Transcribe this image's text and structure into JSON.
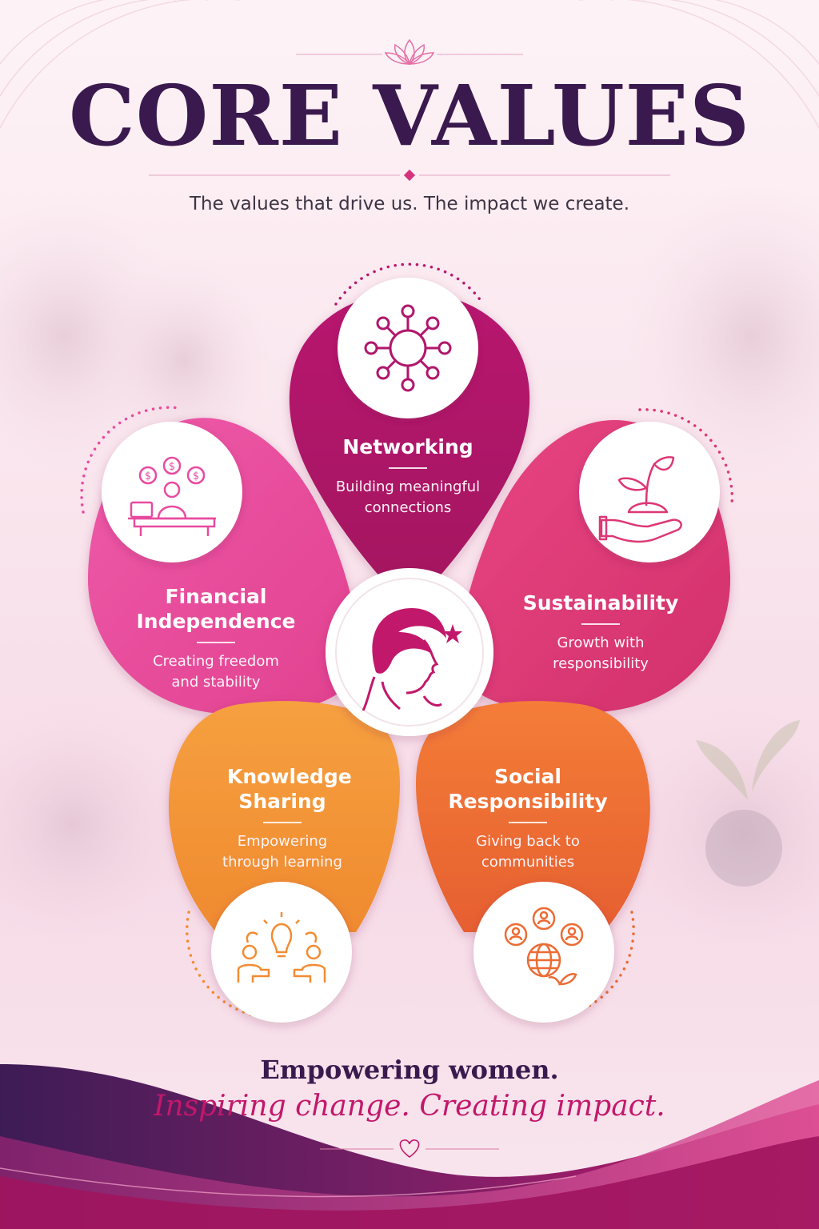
{
  "header": {
    "title": "CORE VALUES",
    "subtitle": "The values that drive us. The impact we create."
  },
  "values": [
    {
      "name": "Networking",
      "description": "Building meaningful connections",
      "icon": "network-icon",
      "color": "#b0176b"
    },
    {
      "name": "Financial Independence",
      "description": "Creating freedom and stability",
      "icon": "financial-icon",
      "color": "#e94a9f"
    },
    {
      "name": "Sustainability",
      "description": "Growth with responsibility",
      "icon": "plant-hand-icon",
      "color": "#dd3775"
    },
    {
      "name": "Knowledge Sharing",
      "description": "Empowering through learning",
      "icon": "idea-sharing-icon",
      "color": "#f28c33"
    },
    {
      "name": "Social Responsibility",
      "description": "Giving back to communities",
      "icon": "global-community-icon",
      "color": "#ec6c34"
    }
  ],
  "center": {
    "icon": "woman-profile-icon"
  },
  "footer": {
    "line1": "Empowering women.",
    "line2": "Inspiring change. Creating impact."
  },
  "colors": {
    "title": "#3a1a4e",
    "accent": "#c2186b",
    "footer_wave": "#5a1e63"
  }
}
